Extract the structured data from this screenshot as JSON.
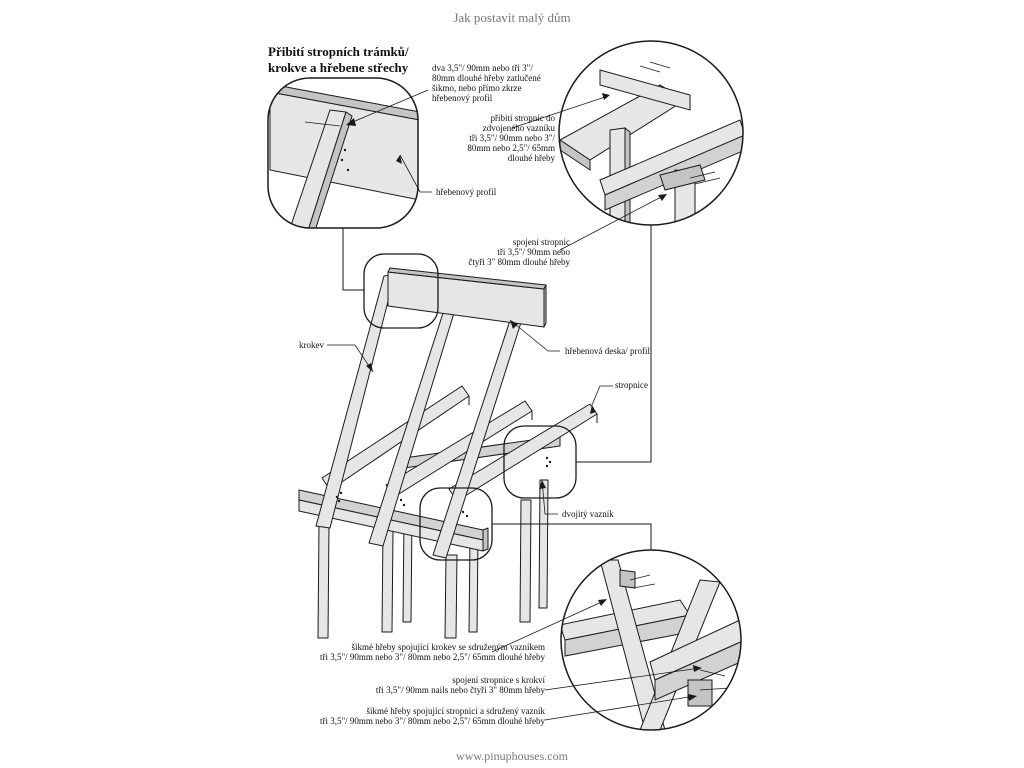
{
  "header": {
    "title": "Jak postavit malý dům"
  },
  "footer": {
    "website": "www.pinuphouses.com"
  },
  "section_title": {
    "line1": "Přibití stropních trámků/",
    "line2": "krokve a hřebene střechy"
  },
  "labels": {
    "nails_top": [
      "dva 3,5\"/ 90mm nebo tři 3\"/",
      "80mm dlouhé hřeby zatlučené",
      "šikmo, nebo  přímo zkrze",
      "hřebenový profil"
    ],
    "ridge_profile": "hřebenový profil",
    "joist_to_truss": [
      "přibití stropnic do",
      "zdvojeného vazníku",
      "tři 3,5\"/ 90mm nebo 3\"/",
      "80mm nebo 2,5\"/ 65mm",
      "dlouhé hřeby"
    ],
    "joist_joint": [
      "spojení stropnic",
      "tři 3,5\"/ 90mm nebo",
      "čtyři 3\" 80mm dlouhé hřeby"
    ],
    "rafter": "krokev",
    "ridge_board": "hřebenová deska/ profil",
    "joist": "stropnice",
    "double_truss": "dvojitý vazník",
    "toe_nails_rafter": [
      "šikmé hřeby spojující krokev se sdruženým vazníkem",
      "tři 3,5\"/ 90mm nebo 3\"/ 80mm nebo 2,5\"/ 65mm dlouhé hřeby"
    ],
    "joist_to_rafter": [
      "spojení stropnice s krokví",
      "tři 3,5\"/ 90mm nails nebo čtyři 3\" 80mm hřeby"
    ],
    "toe_nails_joist": [
      "šikmé hřeby spojující stropnici a sdružený vazník",
      "tři 3,5\"/ 90mm nebo 3\"/ 80mm nebo 2,5\"/ 65mm dlouhé hřeby"
    ]
  },
  "colors": {
    "wood": "#e6e6e6",
    "wood_dark": "#c4c4c4",
    "wood_shade": "#d2d2d2",
    "line": "#1a1a1a"
  }
}
